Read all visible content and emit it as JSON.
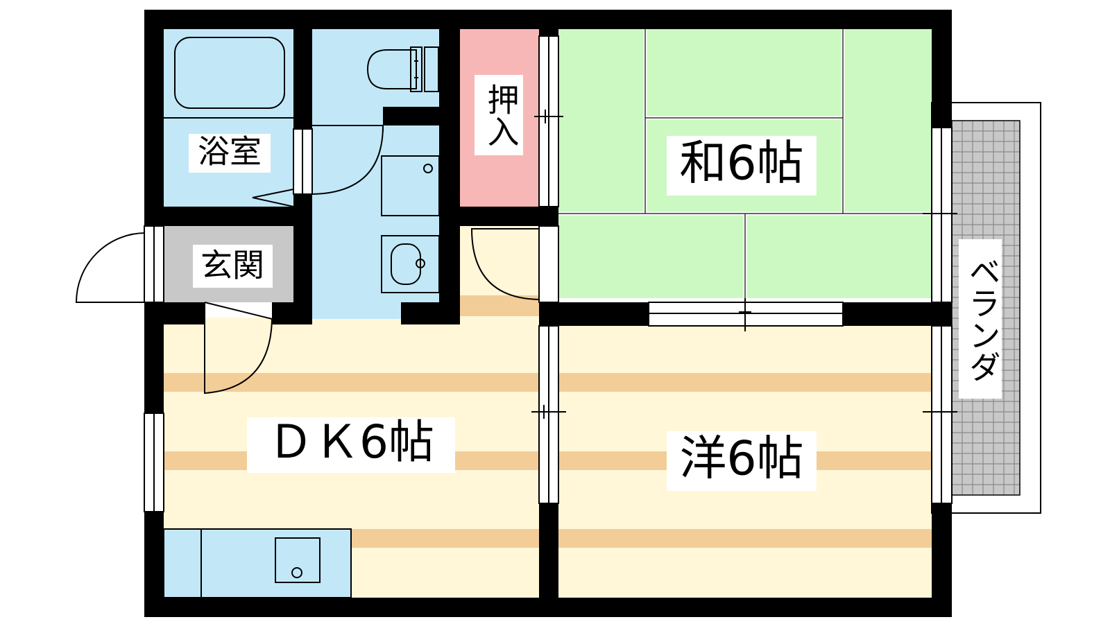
{
  "rooms": {
    "bath": "浴室",
    "entrance": "玄関",
    "closet": "押入",
    "washitsu": "和6帖",
    "dk": "ＤＫ6帖",
    "youshitsu": "洋6帖",
    "veranda": "ベランダ"
  },
  "colors": {
    "wall": "#000000",
    "water": "#c2e8f8",
    "closet": "#f8b7b7",
    "tatami": "#ccf8c2",
    "entrance": "#c8c8c8",
    "floor_light": "#fff7d8",
    "floor_stripe": "#f2cd98",
    "veranda": "#c8c8c8"
  }
}
